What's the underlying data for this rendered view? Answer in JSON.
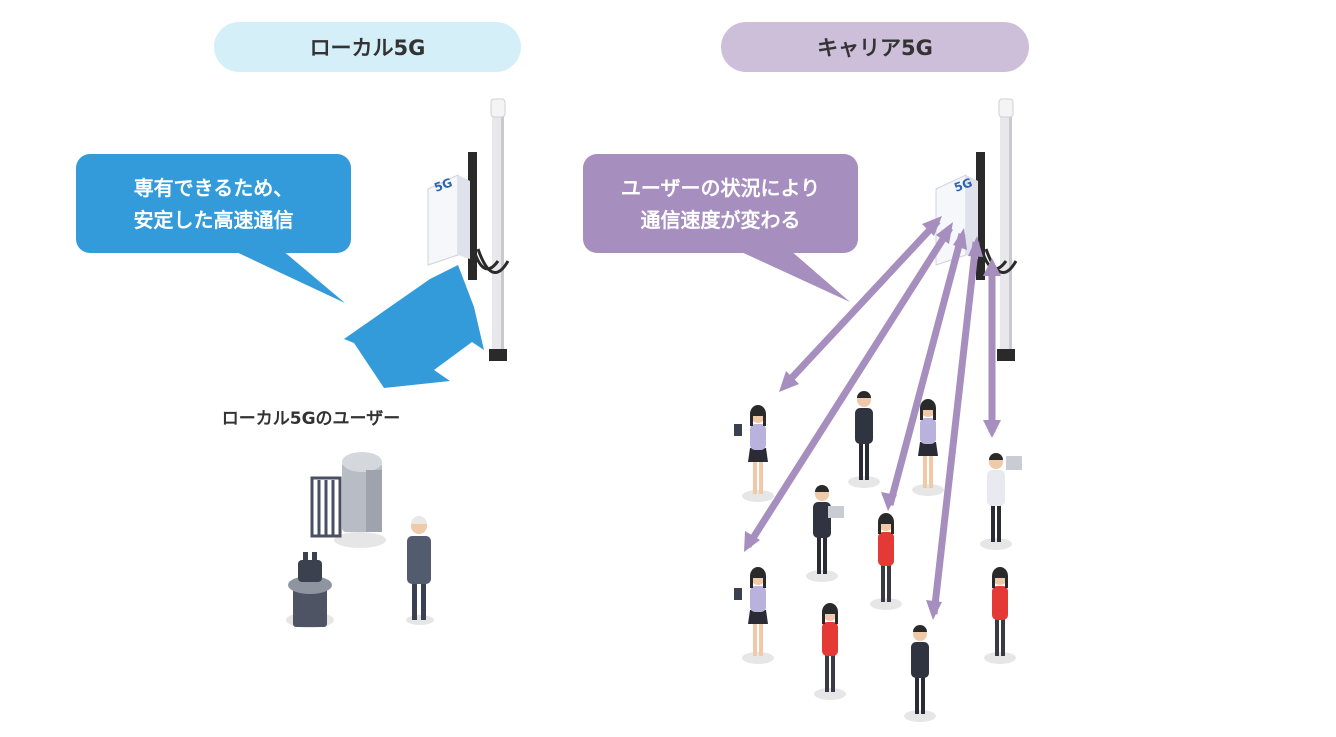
{
  "local": {
    "heading": "ローカル5G",
    "bubble_line1": "専有できるため、",
    "bubble_line2": "安定した高速通信",
    "user_label": "ローカル5Gのユーザー",
    "tower_label": "5G"
  },
  "carrier": {
    "heading": "キャリア5G",
    "bubble_line1": "ユーザーの状況により",
    "bubble_line2": "通信速度が変わる",
    "tower_label": "5G"
  },
  "colors": {
    "local_pill": "#d5eff8",
    "carrier_pill": "#cdbfd9",
    "local_accent": "#339bd9",
    "carrier_accent": "#a68fbf"
  }
}
